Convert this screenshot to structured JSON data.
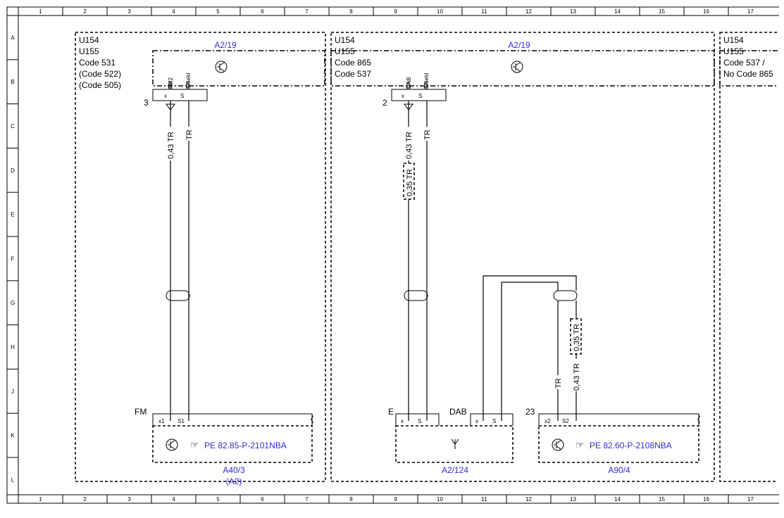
{
  "grid": {
    "columns": [
      "1",
      "2",
      "3",
      "4",
      "5",
      "6",
      "7",
      "8",
      "9",
      "10",
      "11",
      "12",
      "13",
      "14",
      "15",
      "16",
      "17"
    ],
    "rows": [
      "A",
      "B",
      "C",
      "D",
      "E",
      "F",
      "G",
      "H",
      "J",
      "K",
      "L"
    ]
  },
  "panel1": {
    "variants": [
      "U154",
      "U155",
      "Code 531",
      "(Code 522)",
      "(Code 505)"
    ],
    "module": "A2/19",
    "pin_x": "x",
    "pin_s": "S",
    "signal_fm2": "FM2",
    "signal_shield": "Shield",
    "connector_no": "3",
    "wire_signal": "0,43 TR",
    "wire_shield": "TR",
    "target_label": "FM",
    "target_pin_x": "x1",
    "target_pin_s": "S1",
    "ref": "PE 82.85-P-2101NBA",
    "target_component": "A40/3",
    "target_component_alt": "(A2)"
  },
  "panel2": {
    "variants": [
      "U154",
      "U155",
      "Code 865",
      "Code 537"
    ],
    "module": "A2/19",
    "pin_x": "x",
    "pin_s": "S",
    "signal_dab": "DAB",
    "signal_shield": "Shield",
    "connector_no": "2",
    "wire_signal": "0,43 TR",
    "wire_alt": "0,35 TR",
    "wire_shield": "TR",
    "amp_label_e": "E",
    "amp_label_dab": "DAB",
    "amp_pin_x1": "x",
    "amp_pin_s1": "S",
    "amp_pin_x2": "x",
    "amp_pin_s2": "S",
    "amp_component": "A2/124",
    "tuner_connector": "23",
    "tuner_pin_x": "x2",
    "tuner_pin_s": "S2",
    "tuner_wire_shield": "TR",
    "tuner_wire_alt": "0,35 TR",
    "tuner_wire_signal": "0,43 TR",
    "tuner_ref": "PE 82.60-P-2108NBA",
    "tuner_component": "A90/4"
  },
  "panel3": {
    "variants": [
      "U154",
      "U155",
      "Code 537 /",
      "No Code 865"
    ]
  }
}
